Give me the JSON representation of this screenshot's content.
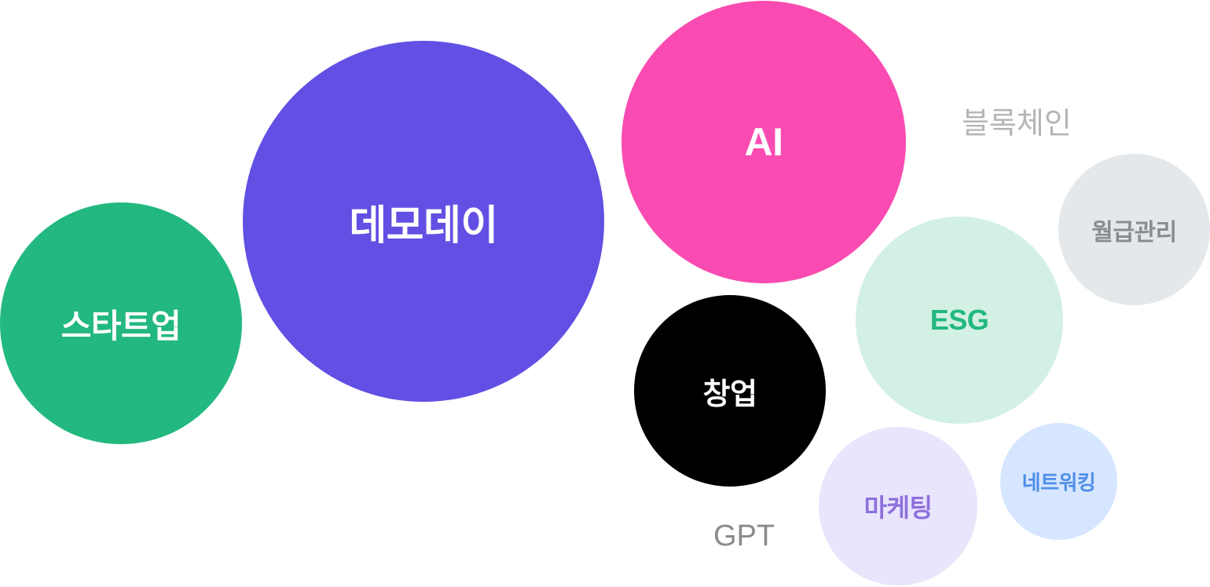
{
  "bubbles": [
    {
      "id": "startup",
      "label": "스타트업",
      "fill": "#22B880",
      "text_color": "#FFFFFF"
    },
    {
      "id": "demoday",
      "label": "데모데이",
      "fill": "#624FE3",
      "text_color": "#FFFFFF"
    },
    {
      "id": "ai",
      "label": "AI",
      "fill": "#F94BB1",
      "text_color": "#FFFFFF"
    },
    {
      "id": "founding",
      "label": "창업",
      "fill": "#000000",
      "text_color": "#FFFFFF"
    },
    {
      "id": "esg",
      "label": "ESG",
      "fill": "#D3F0E4",
      "text_color": "#22B880"
    },
    {
      "id": "payroll",
      "label": "월급관리",
      "fill": "#E5E8EA",
      "text_color": "#8A8D90"
    },
    {
      "id": "marketing",
      "label": "마케팅",
      "fill": "#E9E5FD",
      "text_color": "#8E70DA"
    },
    {
      "id": "networking",
      "label": "네트워킹",
      "fill": "#D6E6FF",
      "text_color": "#4F8EE8"
    }
  ],
  "labels": [
    {
      "id": "blockchain",
      "text": "블록체인",
      "color": "#B5B5B5"
    },
    {
      "id": "gpt",
      "text": "GPT",
      "color": "#8A8A8A"
    }
  ]
}
